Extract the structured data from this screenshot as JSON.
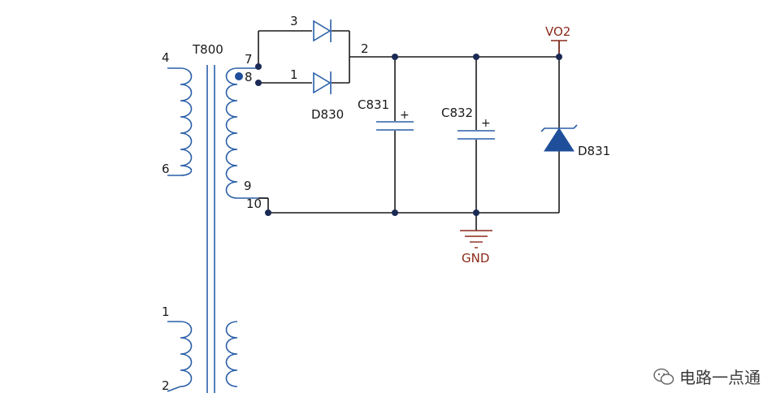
{
  "transformer": {
    "ref": "T800",
    "pins": {
      "p4": "4",
      "p6": "6",
      "p7": "7",
      "p8": "8",
      "p9": "9",
      "p10": "10",
      "p1": "1",
      "p2": "2"
    }
  },
  "diodes": {
    "top_pin": "3",
    "bottom_pin": "1",
    "ref": "D830",
    "out_pin": "2"
  },
  "capacitors": [
    {
      "ref": "C831",
      "polarity": "+"
    },
    {
      "ref": "C832",
      "polarity": "+"
    }
  ],
  "zener": {
    "ref": "D831"
  },
  "nets": {
    "output": "VO2",
    "ground": "GND"
  },
  "watermark": {
    "text": "电路一点通"
  },
  "colors": {
    "component": "#2a5fa8",
    "net_label": "#8b2a1a",
    "wire": "#1a1a1a",
    "junction": "#1b2a55",
    "zener_fill": "#1f4f9a"
  }
}
